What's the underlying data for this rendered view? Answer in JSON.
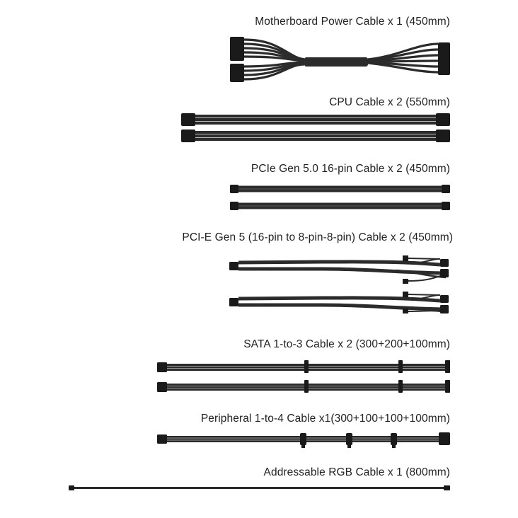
{
  "colors": {
    "cable": "#2b2b2b",
    "sleeve_highlight": "#8a8a8a",
    "connector": "#1a1a1a",
    "background": "#ffffff"
  },
  "cables": [
    {
      "id": "motherboard",
      "label": "Motherboard Power  Cable x 1 (450mm)"
    },
    {
      "id": "cpu",
      "label": "CPU Cable x 2 (550mm)"
    },
    {
      "id": "pcie16",
      "label": "PCIe Gen 5.0 16-pin Cable x 2 (450mm)"
    },
    {
      "id": "pcie-split",
      "label": "PCI-E Gen 5 (16-pin to 8-pin-8-pin) Cable x 2 (450mm)"
    },
    {
      "id": "sata",
      "label": "SATA 1-to-3 Cable x 2 (300+200+100mm)"
    },
    {
      "id": "peripheral",
      "label": "Peripheral 1-to-4 Cable x1(300+100+100+100mm)"
    },
    {
      "id": "argb",
      "label": "Addressable RGB Cable x 1 (800mm)"
    }
  ]
}
